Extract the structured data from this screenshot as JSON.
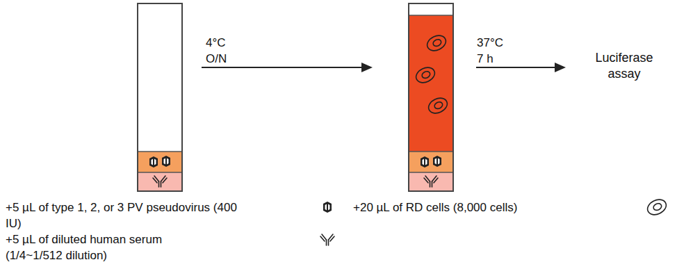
{
  "diagram": {
    "labels": [
      "4°C O/N",
      "37°C 7 h",
      "Luciferase assay"
    ],
    "legend": [
      {
        "text": "+5 µL of type 1, 2, or 3 PV pseudovirus (400 IU)"
      },
      {
        "text": "+5 µL of diluted human serum (1/4~1/512 dilution)"
      },
      {
        "text": "+20 µL of RD cells (8,000 cells)"
      }
    ]
  }
}
